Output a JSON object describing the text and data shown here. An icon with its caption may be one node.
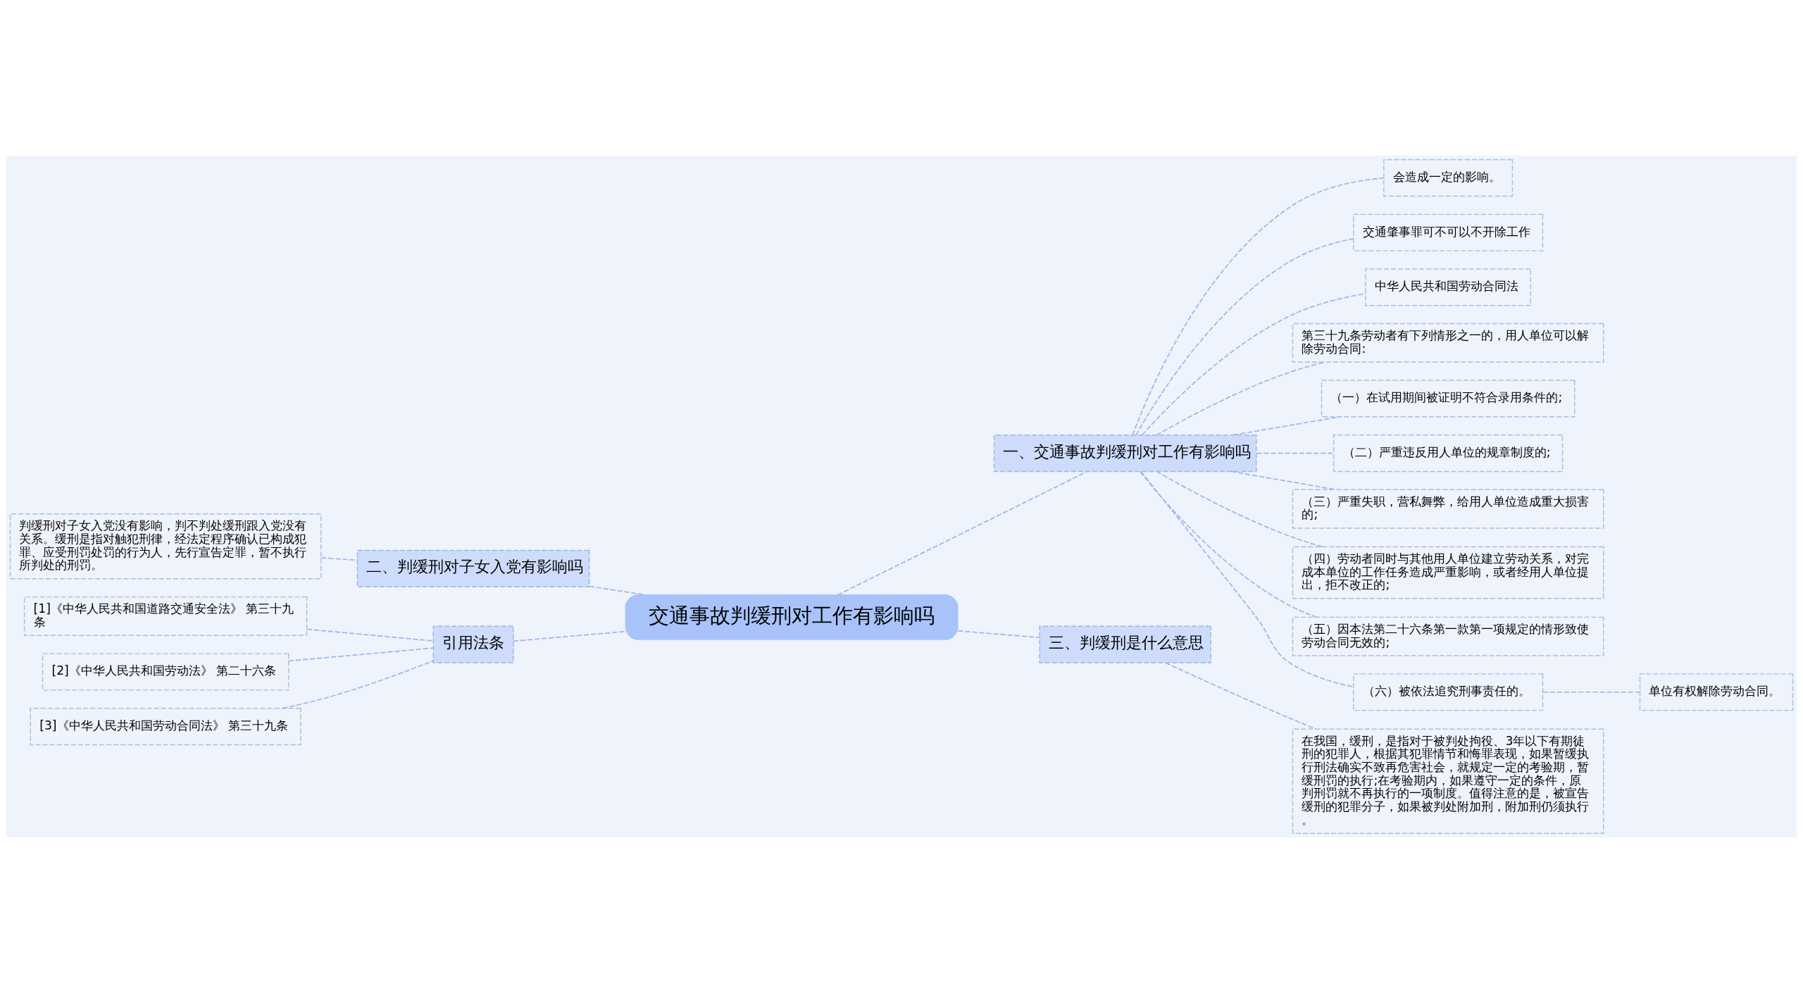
{
  "diagram": {
    "nodes": [
      {
        "text": [
          "交通事故判缓刑对工作有影响吗"
        ]
      },
      {
        "text": [
          "一、交通事故判缓刑对工作有影响吗"
        ]
      },
      {
        "text": [
          "会造成一定的影响。"
        ]
      },
      {
        "text": [
          "交通肇事罪可不可以不开除工作"
        ]
      },
      {
        "text": [
          "中华人民共和国劳动合同法"
        ]
      },
      {
        "text": [
          "第三十九条劳动者有下列情形之一的，用人单位可以解除劳动合同:"
        ]
      },
      {
        "text": [
          "（一）在试用期间被证明不符合录用条件的;"
        ]
      },
      {
        "text": [
          "（二）严重违反用人单位的规章制度的;"
        ]
      },
      {
        "text": [
          "（三）严重失职，营私舞弊，给用人单位造成重大损害的;"
        ]
      },
      {
        "text": [
          "（四）劳动者同时与其他用人单位建立劳动关系，对完成本单位的工作任务造成严重影响，或者经用人单位提出，拒不改正的;"
        ]
      },
      {
        "text": [
          "（五）因本法第二十六条第一款第一项规定的情形致使劳动合同无效的;"
        ]
      },
      {
        "text": [
          "（六）被依法追究刑事责任的。"
        ]
      },
      {
        "text": [
          "单位有权解除劳动合同。"
        ]
      },
      {
        "text": [
          "二、判缓刑对子女入党有影响吗"
        ]
      },
      {
        "text": [
          "判缓刑对子女入党没有影响，判不判处缓刑跟入党没有关系。缓刑是指对触犯刑律，经法定程序确认已构成犯罪、应受刑罚处罚的行为人，先行宣告定罪，暂不执行所判处的刑罚。"
        ]
      },
      {
        "text": [
          "引用法条"
        ]
      },
      {
        "text": [
          "[1]《中华人民共和国道路交通安全法》 第三十九条"
        ]
      },
      {
        "text": [
          "[2]《中华人民共和国劳动法》 第二十六条"
        ]
      },
      {
        "text": [
          "[3]《中华人民共和国劳动合同法》 第三十九条"
        ]
      },
      {
        "text": [
          "三、判缓刑是什么意思"
        ]
      },
      {
        "text": [
          "在我国，缓刑，是指对于被判处拘役、3年以下有期徒刑的犯罪人，根据其犯罪情节和悔罪表现，如果暂缓执行刑法确实不致再危害社会，就规定一定的考验期，暂缓刑罚的执行;在考验期内，如果遵守一定的条件，原判刑罚就不再执行的一项制度。值得注意的是，被宣告缓刑的犯罪分子，如果被判处附加刑，附加刑仍须执行。"
        ]
      }
    ],
    "edges": [
      {
        "from": 0,
        "to": 1,
        "arrow": "none"
      },
      {
        "from": 1,
        "to": 2,
        "arrow": "none"
      },
      {
        "from": 1,
        "to": 3,
        "arrow": "none"
      },
      {
        "from": 1,
        "to": 4,
        "arrow": "none"
      },
      {
        "from": 1,
        "to": 5,
        "arrow": "none"
      },
      {
        "from": 1,
        "to": 6,
        "arrow": "none"
      },
      {
        "from": 1,
        "to": 7,
        "arrow": "none"
      },
      {
        "from": 1,
        "to": 8,
        "arrow": "none"
      },
      {
        "from": 1,
        "to": 9,
        "arrow": "none"
      },
      {
        "from": 1,
        "to": 10,
        "arrow": "none"
      },
      {
        "from": 1,
        "to": 11,
        "arrow": "none"
      },
      {
        "from": 11,
        "to": 12,
        "arrow": "none"
      },
      {
        "from": 0,
        "to": 13,
        "arrow": "none"
      },
      {
        "from": 13,
        "to": 14,
        "arrow": "none"
      },
      {
        "from": 0,
        "to": 15,
        "arrow": "none"
      },
      {
        "from": 15,
        "to": 16,
        "arrow": "none"
      },
      {
        "from": 15,
        "to": 17,
        "arrow": "none"
      },
      {
        "from": 15,
        "to": 18,
        "arrow": "none"
      },
      {
        "from": 0,
        "to": 19,
        "arrow": "none"
      },
      {
        "from": 19,
        "to": 20,
        "arrow": "none"
      }
    ]
  }
}
